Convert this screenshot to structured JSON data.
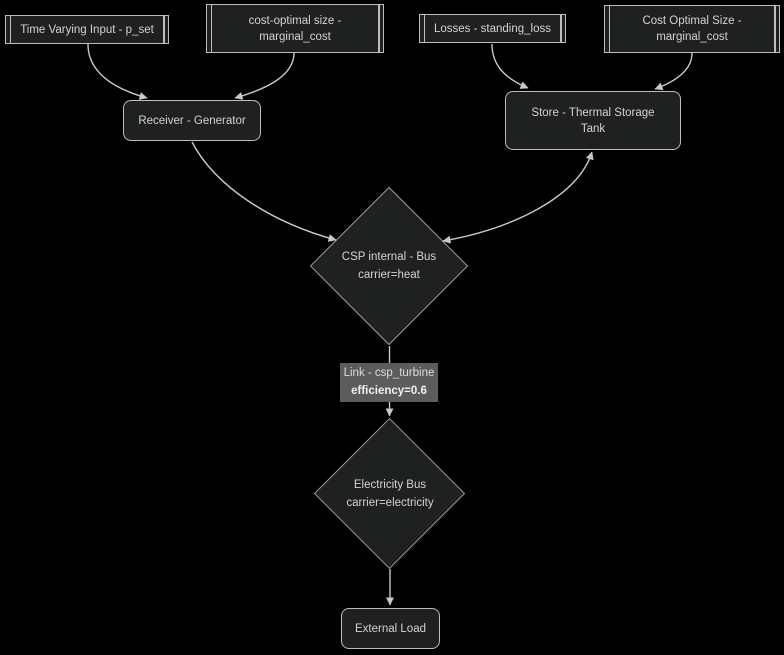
{
  "colors": {
    "background": "#000000",
    "node_fill": "#1f2020",
    "node_border": "#bdbdbd",
    "diamond_border": "#9a9a9a",
    "edge": "#c9c9c9",
    "text": "#d3d3d3",
    "edge_label_background": "#5c5c5c",
    "edge_label_text": "#f1f1f1"
  },
  "nodes": {
    "time_varying_input": {
      "label": "Time Varying Input - p_set"
    },
    "generator_cost": {
      "line1": "cost-optimal size -",
      "line2": "marginal_cost"
    },
    "losses": {
      "label": "Losses - standing_loss"
    },
    "store_cost": {
      "line1": "Cost Optimal Size -",
      "line2": "marginal_cost"
    },
    "receiver": {
      "label": "Receiver - Generator"
    },
    "store": {
      "line1": "Store - Thermal Storage",
      "line2": "Tank"
    },
    "csp_bus": {
      "line1": "CSP internal - Bus",
      "line2": "carrier=heat"
    },
    "electricity_bus": {
      "line1": "Electricity Bus",
      "line2": "carrier=electricity"
    },
    "external_load": {
      "label": "External Load"
    }
  },
  "edge_label": {
    "line1": "Link - csp_turbine",
    "line2": "efficiency=0.6"
  }
}
